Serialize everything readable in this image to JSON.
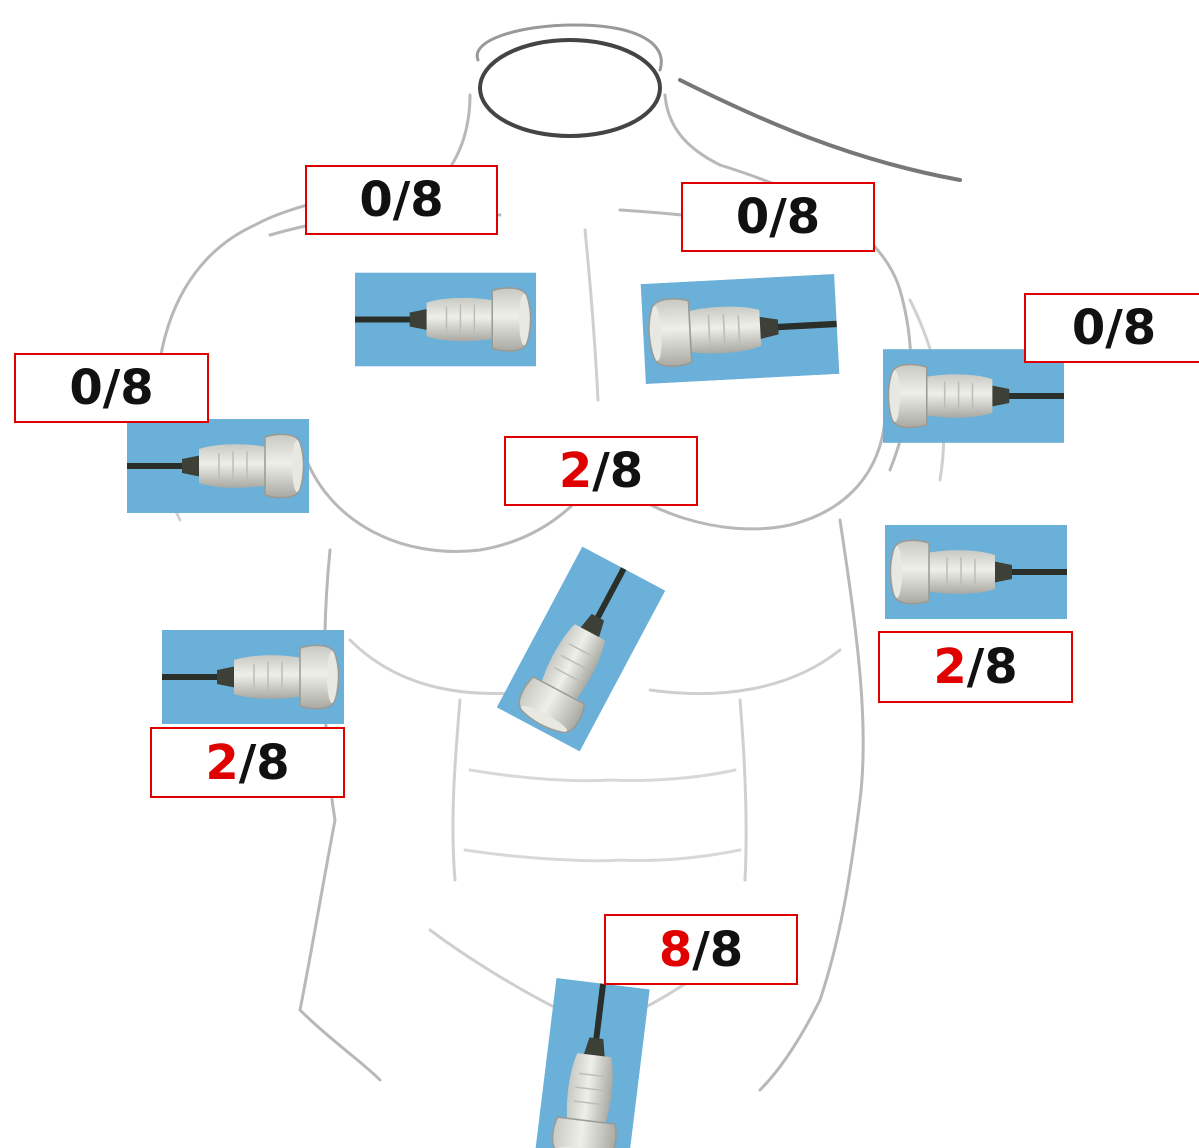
{
  "colors": {
    "highlight": "#e00000",
    "text": "#111111",
    "box_border": "#e00000",
    "probe_background": "#5aa6d4",
    "probe_body": "#d8d8d4",
    "cable": "#2a2f2a",
    "outline": "#bfbfbf"
  },
  "regions": [
    {
      "id": "upper-right-chest",
      "num": "0",
      "den": "/8",
      "highlight": false
    },
    {
      "id": "upper-left-chest",
      "num": "0",
      "den": "/8",
      "highlight": false
    },
    {
      "id": "right-lateral-upper",
      "num": "0",
      "den": "/8",
      "highlight": false
    },
    {
      "id": "left-lateral-upper",
      "num": "0",
      "den": "/8",
      "highlight": false
    },
    {
      "id": "subxiphoid",
      "num": "2",
      "den": "/8",
      "highlight": true
    },
    {
      "id": "left-lateral-lower",
      "num": "2",
      "den": "/8",
      "highlight": true
    },
    {
      "id": "right-lateral-lower",
      "num": "2",
      "den": "/8",
      "highlight": true
    },
    {
      "id": "suprapubic",
      "num": "8",
      "den": "/8",
      "highlight": true
    }
  ],
  "probe_icon": "ultrasound-probe-icon"
}
